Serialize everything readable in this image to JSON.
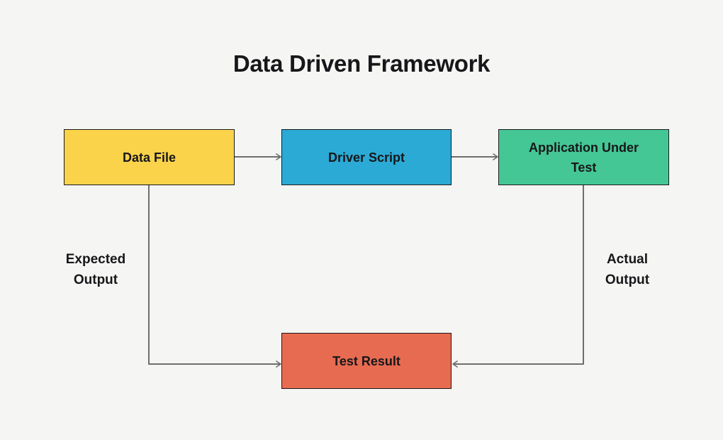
{
  "title": "Data Driven Framework",
  "nodes": {
    "data_file": {
      "label": "Data File",
      "color": "#FBD34B"
    },
    "driver_script": {
      "label": "Driver Script",
      "color": "#2BAAD5"
    },
    "application_under_test": {
      "label": "Application Under Test",
      "color": "#44C795"
    },
    "test_result": {
      "label": "Test Result",
      "color": "#E76B51"
    }
  },
  "edge_labels": {
    "expected_output": "Expected Output",
    "actual_output": "Actual Output"
  },
  "colors": {
    "background": "#F5F5F3",
    "node_border": "#1B1B1B",
    "connector": "#6E6E6E",
    "text": "#17171A"
  }
}
